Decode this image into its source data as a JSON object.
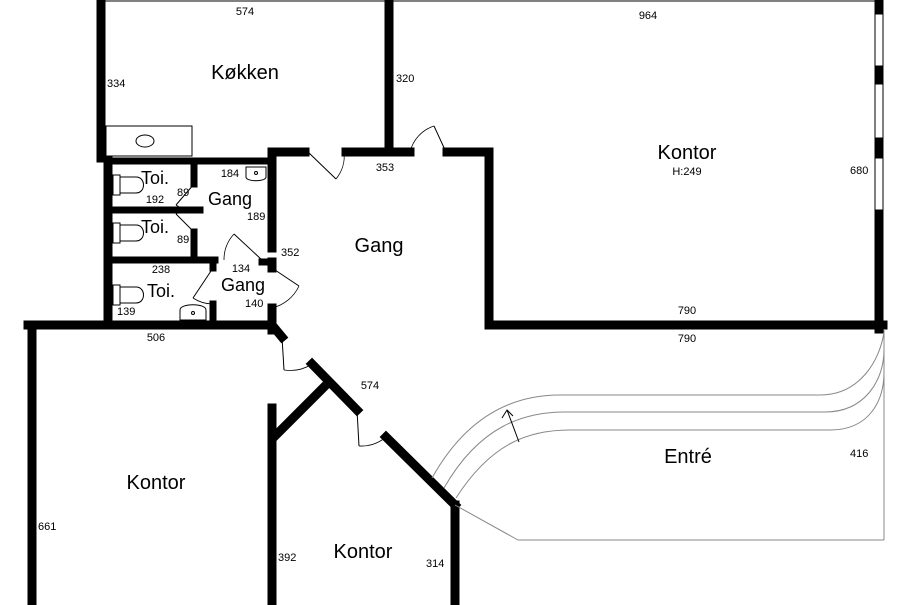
{
  "rooms": {
    "kitchen": "Køkken",
    "office_large": "Kontor",
    "office_large_height": "H:249",
    "hall_main": "Gang",
    "hall_small_upper": "Gang",
    "hall_small_lower": "Gang",
    "toilet_1": "Toi.",
    "toilet_2": "Toi.",
    "toilet_3": "Toi.",
    "entre": "Entré",
    "office_bottom_left": "Kontor",
    "office_bottom_mid": "Kontor"
  },
  "dimensions": {
    "kitchen_width": "574",
    "kitchen_height": "334",
    "office_width": "964",
    "office_left_height": "320",
    "office_right_height": "680",
    "office_bottom_width": "790",
    "entre_top_width": "790",
    "entre_height": "416",
    "hall_top": "353",
    "hall_left": "352",
    "hall_diag": "574",
    "toilet1_width": "192",
    "toilet1_door": "89",
    "toilet2_door": "89",
    "gang_upper_top": "184",
    "gang_upper_right": "189",
    "toilet3_top": "238",
    "toilet3_left": "139",
    "gang_lower_top": "134",
    "gang_lower_right": "140",
    "bottom_left_top": "506",
    "bottom_left_height": "661",
    "bottom_mid_left": "392",
    "bottom_mid_right": "314"
  }
}
